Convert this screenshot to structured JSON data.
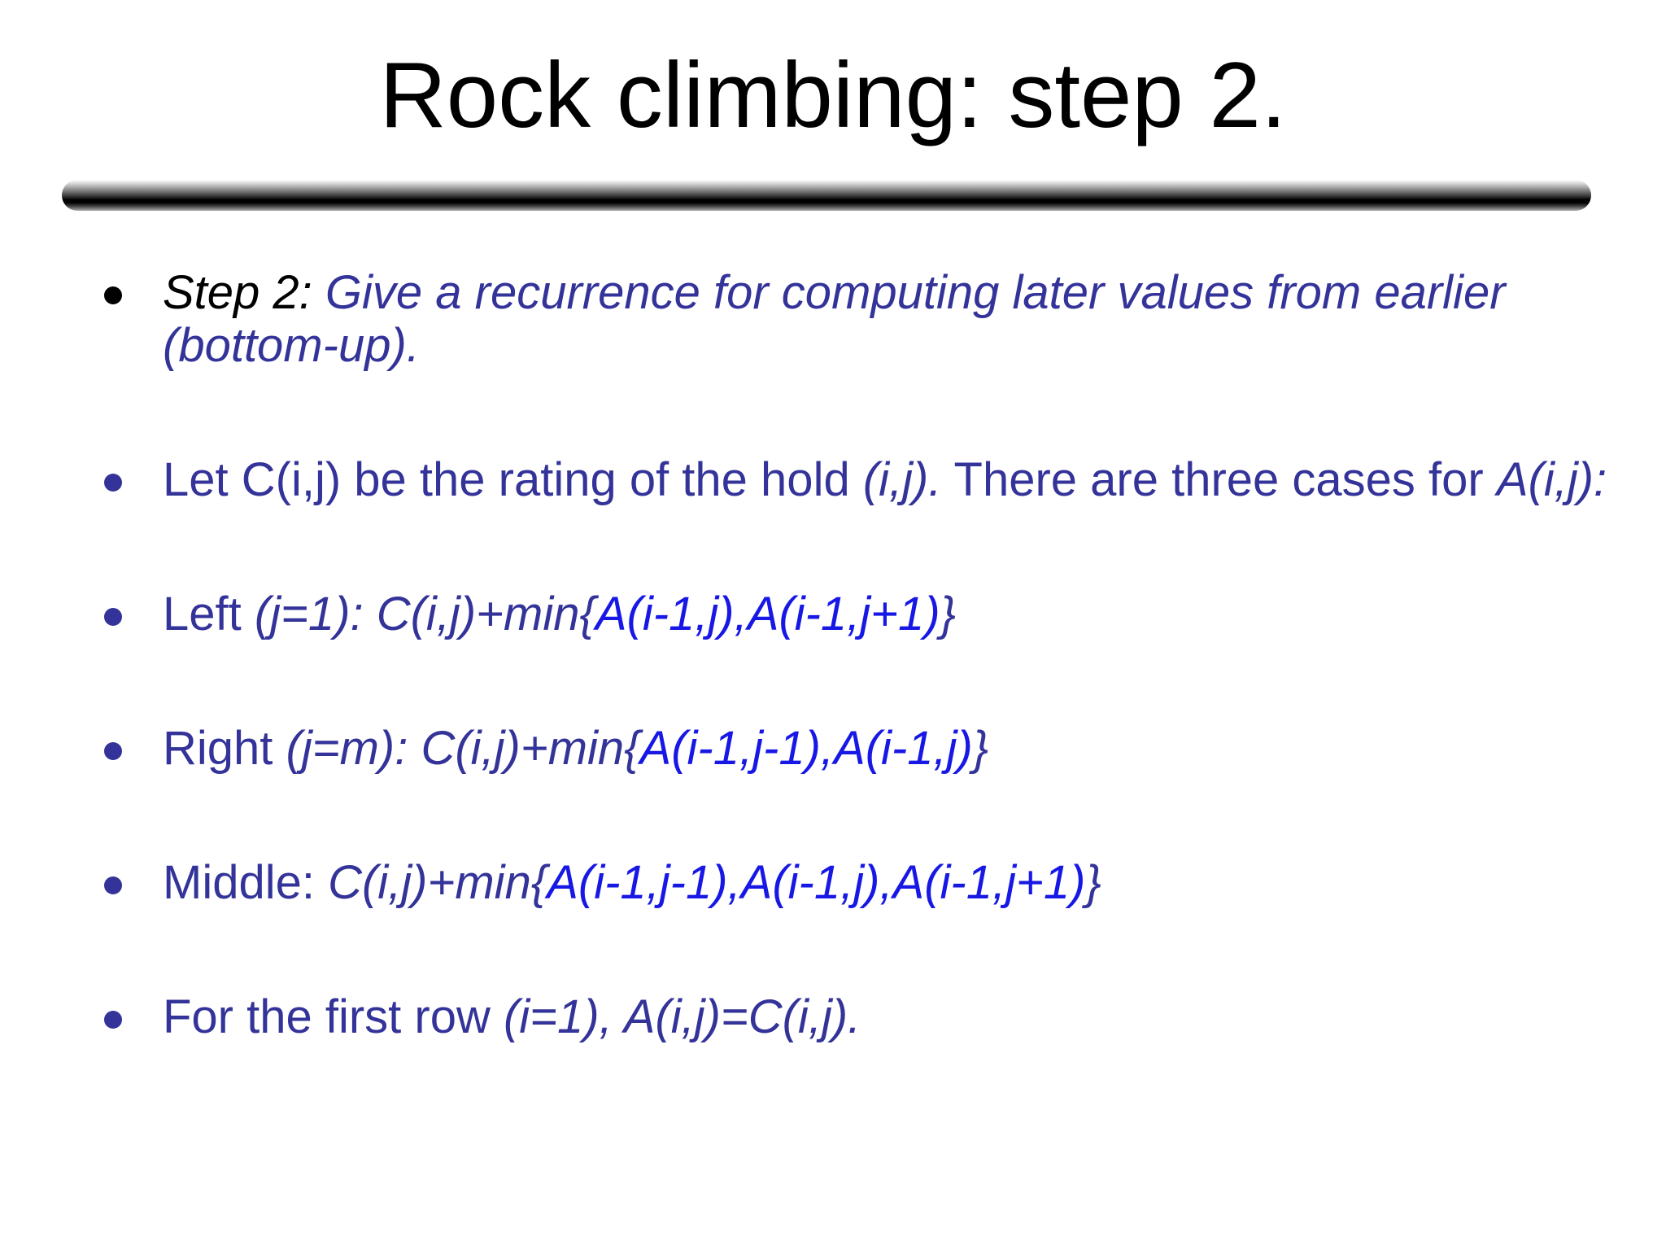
{
  "slide": {
    "title": "Rock climbing: step 2.",
    "bullets": [
      {
        "dot_color": "black",
        "segments": [
          {
            "text": "Step 2: ",
            "style": "black-italic"
          },
          {
            "text": "Give a recurrence for computing later values from earlier (bottom-up).",
            "style": "dark-italic"
          }
        ]
      },
      {
        "dot_color": "dark",
        "segments": [
          {
            "text": "Let C(i,j) be the rating of the hold ",
            "style": "dark"
          },
          {
            "text": "(i,j).",
            "style": "dark-italic"
          },
          {
            "text": " There are three cases for ",
            "style": "dark"
          },
          {
            "text": "A(i,j):",
            "style": "dark-italic"
          }
        ]
      },
      {
        "dot_color": "dark",
        "segments": [
          {
            "text": "Left ",
            "style": "dark"
          },
          {
            "text": "(j=1): C(i,j)+min{",
            "style": "dark-italic"
          },
          {
            "text": "A(i-1,j),A(i-1,j+1)",
            "style": "bright-italic"
          },
          {
            "text": "}",
            "style": "dark-italic"
          }
        ]
      },
      {
        "dot_color": "dark",
        "segments": [
          {
            "text": "Right ",
            "style": "dark"
          },
          {
            "text": "(j=m): C(i,j)+min{",
            "style": "dark-italic"
          },
          {
            "text": "A(i-1,j-1),A(i-1,j)",
            "style": "bright-italic"
          },
          {
            "text": "}",
            "style": "dark-italic"
          }
        ]
      },
      {
        "dot_color": "dark",
        "segments": [
          {
            "text": "Middle: ",
            "style": "dark"
          },
          {
            "text": "C(i,j)+min{",
            "style": "dark-italic"
          },
          {
            "text": "A(i-1,j-1),A(i-1,j),A(i-1,j+1)",
            "style": "bright-italic"
          },
          {
            "text": "}",
            "style": "dark-italic"
          }
        ]
      },
      {
        "dot_color": "dark",
        "segments": [
          {
            "text": "For the first row ",
            "style": "dark"
          },
          {
            "text": "(i=1), A(i,j)=C(i,j).",
            "style": "dark-italic"
          }
        ]
      }
    ]
  },
  "colors": {
    "black": "#000000",
    "dark_blue": "#333399",
    "bright_blue": "#1717E6",
    "background": "#FFFFFF"
  }
}
